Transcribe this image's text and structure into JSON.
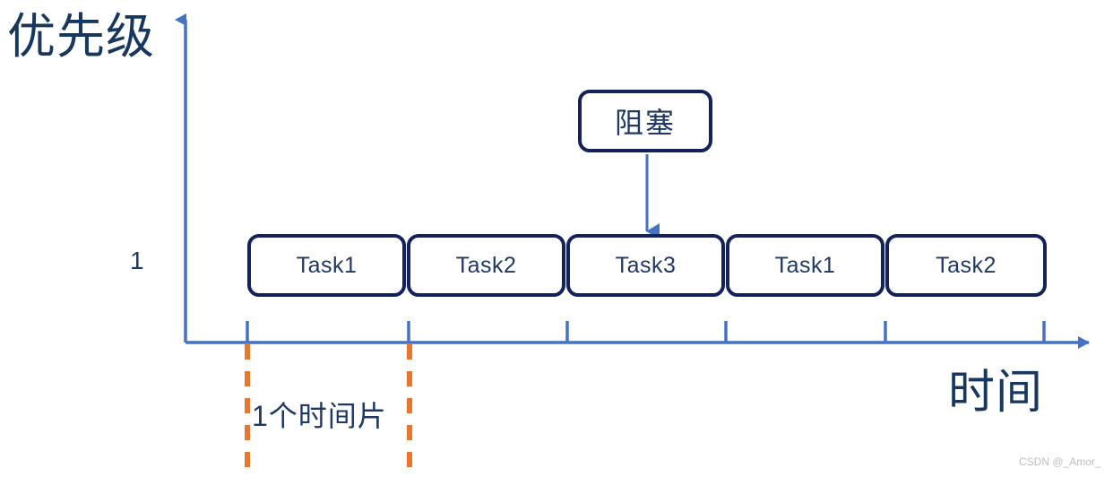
{
  "diagram": {
    "y_axis": {
      "title": "优先级",
      "tick_labels": [
        "1"
      ],
      "color": "#4472C4"
    },
    "x_axis": {
      "title": "时间",
      "color": "#4472C4",
      "tick_count": 5
    },
    "tasks": [
      {
        "label": "Task1"
      },
      {
        "label": "Task2"
      },
      {
        "label": "Task3"
      },
      {
        "label": "Task1"
      },
      {
        "label": "Task2"
      }
    ],
    "task_box_color": "#14225B",
    "task_text_color": "#1F3864",
    "blocked": {
      "label": "阻塞",
      "arrow_target_task_index": 2,
      "arrow_color": "#4472C4"
    },
    "timeslice": {
      "label": "1个时间片",
      "marker_color": "#E8762C"
    },
    "watermark": "CSDN @_Amor_"
  }
}
